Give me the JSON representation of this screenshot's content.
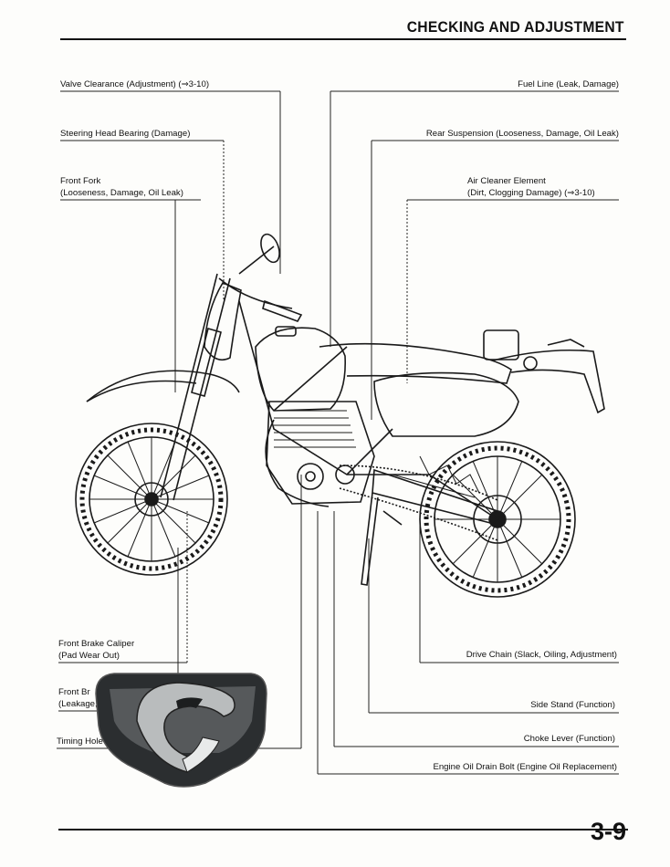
{
  "header": {
    "title": "CHECKING AND ADJUSTMENT"
  },
  "labels_left": [
    {
      "id": "valve",
      "lines": [
        "Valve Clearance (Adjustment) (⇒3-10)"
      ]
    },
    {
      "id": "steering",
      "lines": [
        "Steering Head Bearing (Damage)"
      ]
    },
    {
      "id": "fork",
      "lines": [
        "Front Fork",
        "(Looseness, Damage, Oil Leak)"
      ]
    },
    {
      "id": "caliper",
      "lines": [
        "Front Brake Caliper",
        "(Pad Wear Out)"
      ]
    },
    {
      "id": "front-brake",
      "lines": [
        "Front Br",
        "(Leakage,"
      ]
    },
    {
      "id": "timing",
      "lines": [
        "Timing Hole C"
      ]
    }
  ],
  "labels_right": [
    {
      "id": "fuel",
      "lines": [
        "Fuel Line (Leak, Damage)"
      ]
    },
    {
      "id": "rear-susp",
      "lines": [
        "Rear Suspension (Looseness, Damage, Oil Leak)"
      ]
    },
    {
      "id": "air",
      "lines": [
        "Air Cleaner Element",
        "(Dirt, Clogging Damage) (⇒3-10)"
      ]
    },
    {
      "id": "chain",
      "lines": [
        "Drive Chain (Slack, Oiling, Adjustment)"
      ]
    },
    {
      "id": "stand",
      "lines": [
        "Side Stand (Function)"
      ]
    },
    {
      "id": "choke",
      "lines": [
        "Choke Lever (Function)"
      ]
    },
    {
      "id": "oil",
      "lines": [
        "Engine Oil Drain Bolt (Engine Oil Replacement)"
      ]
    }
  ],
  "footer": {
    "page_number": "3-9"
  },
  "icons": {
    "illustration": "motorcycle-line-drawing",
    "sticker": "viper-badge-icon"
  },
  "colors": {
    "ink": "#111111",
    "paper": "#fdfdfb",
    "badge_bg": "#2b2e30",
    "badge_face": "#b9bcbd"
  }
}
